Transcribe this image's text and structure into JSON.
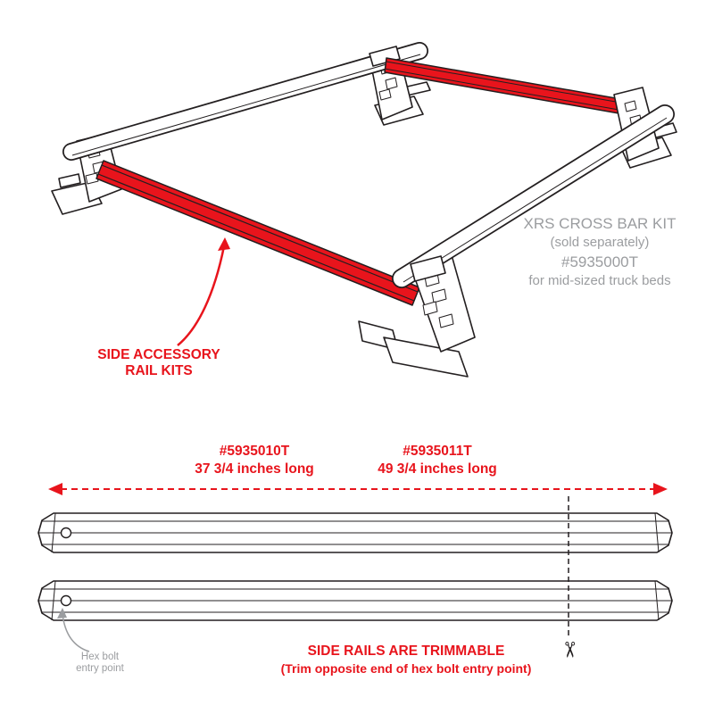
{
  "colors": {
    "accent_red": "#e8141c",
    "note_gray": "#9b9da0",
    "line_art": "#231f20"
  },
  "illustration": {
    "side_rail_callout": {
      "line1": "SIDE ACCESSORY",
      "line2": "RAIL KITS"
    },
    "crossbar_note": {
      "line1": "XRS CROSS BAR KIT",
      "line2": "(sold separately)",
      "line3": "#5935000T",
      "line4": "for mid-sized truck beds"
    }
  },
  "dimensions": {
    "rail_short": {
      "part": "#5935010T",
      "length": "37 3/4 inches long"
    },
    "rail_long": {
      "part": "#5935011T",
      "length": "49 3/4 inches long"
    }
  },
  "footnotes": {
    "hex_bolt": {
      "line1": "Hex bolt",
      "line2": "entry point"
    },
    "trimmable": {
      "line1": "SIDE RAILS ARE TRIMMABLE",
      "line2": "(Trim opposite end of hex bolt entry point)"
    }
  },
  "icons": {
    "scissors": "✂"
  }
}
